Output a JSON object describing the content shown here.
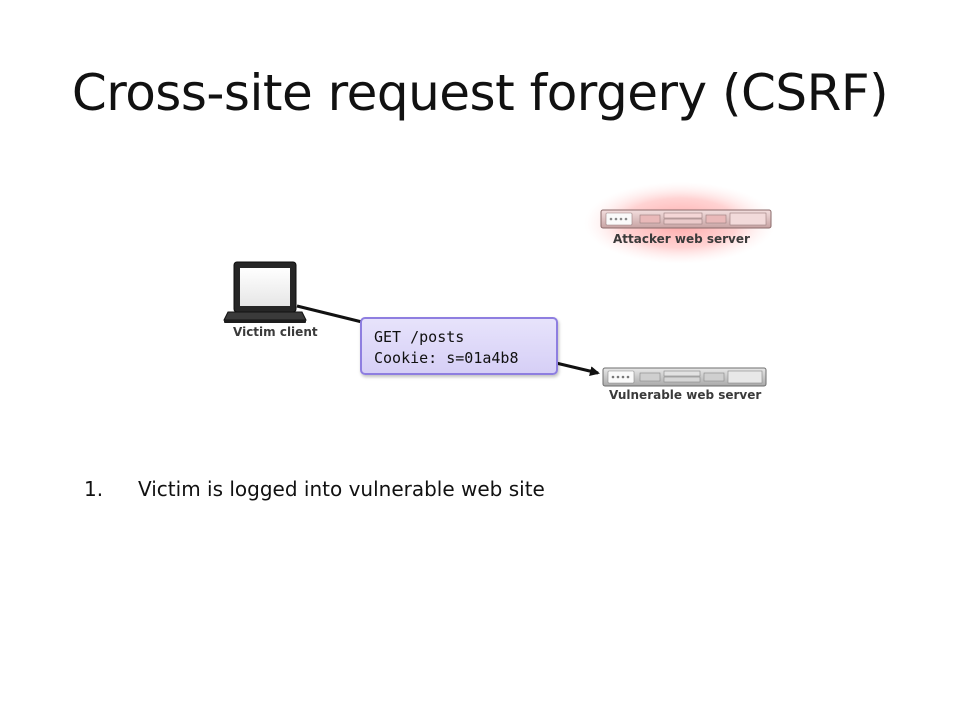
{
  "slide": {
    "title": "Cross-site request forgery (CSRF)"
  },
  "nodes": {
    "attacker": {
      "label": "Attacker web server",
      "glow_color": "#ff6b6b"
    },
    "client": {
      "label": "Victim client"
    },
    "vulnerable": {
      "label": "Vulnerable web server"
    }
  },
  "request": {
    "line1": "GET /posts",
    "line2": "Cookie: s=01a4b8",
    "box_color": "#8e7ee0"
  },
  "steps": [
    {
      "number": "1.",
      "text": "Victim is logged into vulnerable web site"
    }
  ]
}
